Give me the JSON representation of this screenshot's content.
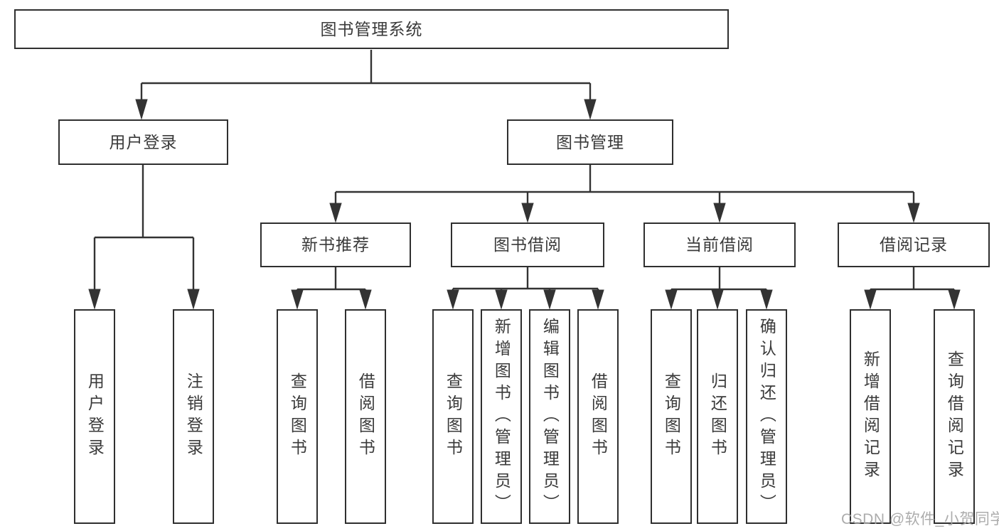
{
  "colors": {
    "line": "#333333",
    "box_border": "#2f2f2f",
    "text": "#3a3a3a",
    "box_background": "#ffffff",
    "watermark": "#a6a6a6"
  },
  "watermark": "CSDN @软件_小贺同学",
  "diagram": {
    "type": "tree",
    "root": {
      "label": "图书管理系统",
      "children": [
        {
          "label": "用户登录",
          "children": [
            {
              "label": "用户登录"
            },
            {
              "label": "注销登录"
            }
          ]
        },
        {
          "label": "图书管理",
          "children": [
            {
              "label": "新书推荐",
              "children": [
                {
                  "label": "查询图书"
                },
                {
                  "label": "借阅图书"
                }
              ]
            },
            {
              "label": "图书借阅",
              "children": [
                {
                  "label": "查询图书"
                },
                {
                  "label": "新增图书（管理员）"
                },
                {
                  "label": "编辑图书（管理员）"
                },
                {
                  "label": "借阅图书"
                }
              ]
            },
            {
              "label": "当前借阅",
              "children": [
                {
                  "label": "查询图书"
                },
                {
                  "label": "归还图书"
                },
                {
                  "label": "确认归还（管理员）"
                }
              ]
            },
            {
              "label": "借阅记录",
              "children": [
                {
                  "label": "新增借阅记录"
                },
                {
                  "label": "查询借阅记录"
                }
              ]
            }
          ]
        }
      ]
    }
  }
}
